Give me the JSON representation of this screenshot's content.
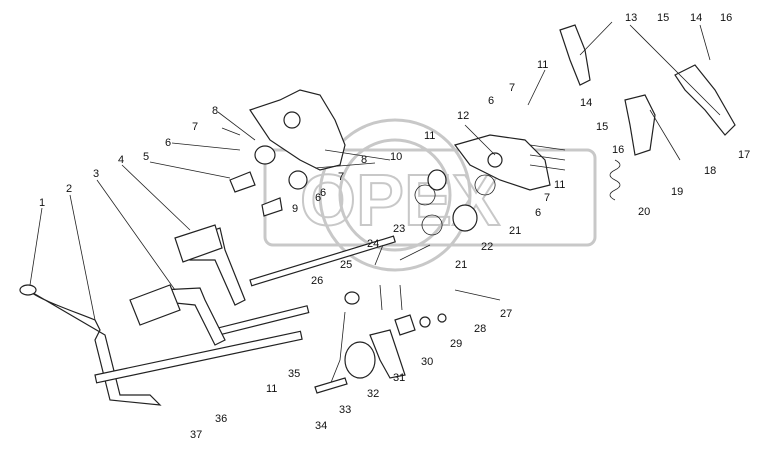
{
  "diagram": {
    "watermark_text": "OPEX",
    "callout_labels": [
      "1",
      "2",
      "3",
      "4",
      "5",
      "6",
      "7",
      "8",
      "9",
      "10",
      "11",
      "12",
      "13",
      "14",
      "15",
      "16",
      "17",
      "18",
      "19",
      "20",
      "21",
      "22",
      "23",
      "24",
      "25",
      "26",
      "27",
      "28",
      "29",
      "30",
      "31",
      "32",
      "33",
      "34",
      "35",
      "36",
      "37"
    ],
    "extra_labels": {
      "l6b": "6",
      "l7b": "7",
      "l8b": "8",
      "l6c": "6",
      "l7c": "7",
      "l7d": "7",
      "l6d": "6",
      "l11b": "11",
      "l11c": "11",
      "l11d": "11",
      "l14b": "14",
      "l15b": "15",
      "l16b": "16",
      "l21b": "21",
      "l6e": "6"
    }
  }
}
